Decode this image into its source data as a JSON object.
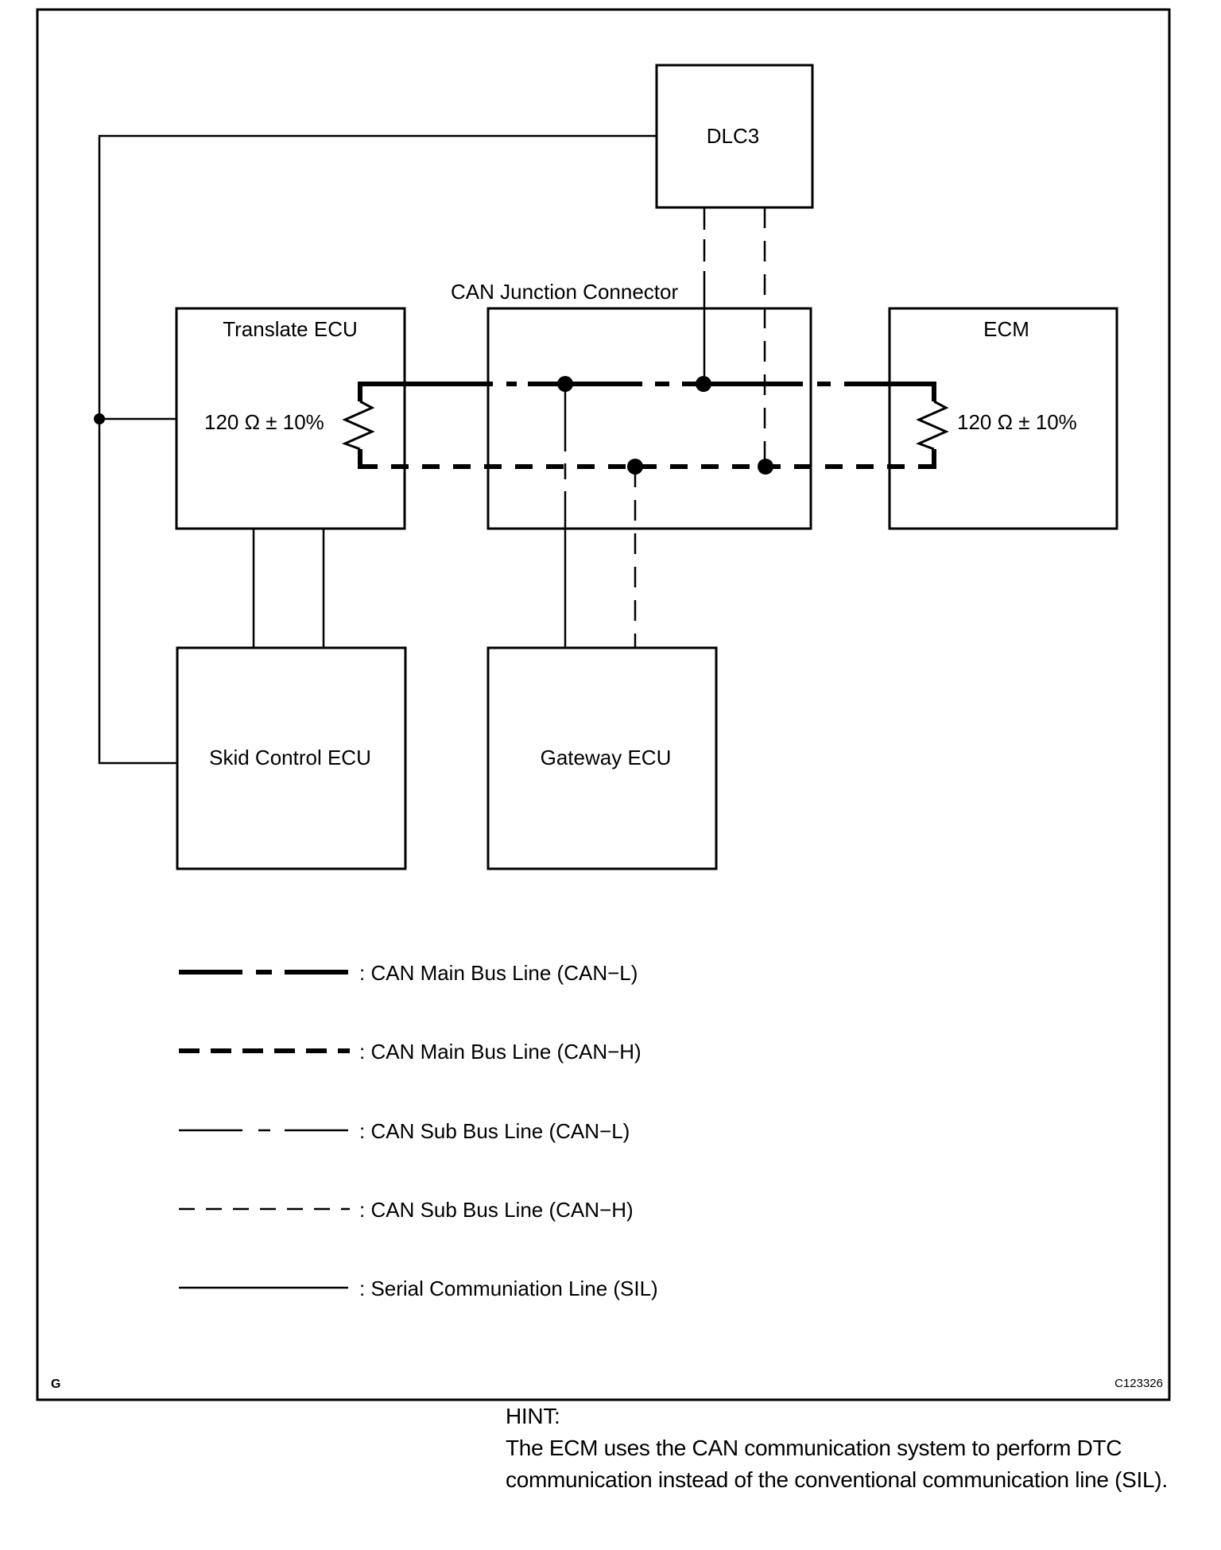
{
  "figure": {
    "title": "CAN communication system wiring diagram",
    "corner_left_label": "G",
    "figure_id": "C123326"
  },
  "components": {
    "dlc3": {
      "label": "DLC3"
    },
    "translate_ecu": {
      "label": "Translate ECU",
      "resistor": "120 Ω ± 10%"
    },
    "can_junction": {
      "label": "CAN Junction Connector"
    },
    "ecm": {
      "label": "ECM",
      "resistor": "120 Ω ± 10%"
    },
    "skid_control_ecu": {
      "label": "Skid Control ECU"
    },
    "gateway_ecu": {
      "label": "Gateway ECU"
    }
  },
  "legend": [
    {
      "style": "main-l",
      "label": ": CAN Main Bus Line (CAN−L)"
    },
    {
      "style": "main-h",
      "label": ": CAN Main Bus Line (CAN−H)"
    },
    {
      "style": "sub-l",
      "label": ": CAN Sub Bus Line (CAN−L)"
    },
    {
      "style": "sub-h",
      "label": ": CAN Sub Bus Line (CAN−H)"
    },
    {
      "style": "sil",
      "label": ": Serial Communiation Line (SIL)"
    }
  ],
  "hint": {
    "heading": "HINT:",
    "body": "The ECM uses the CAN communication system to perform DTC communication instead of the conventional communication line (SIL)."
  },
  "colors": {
    "line": "#000000",
    "background": "#ffffff"
  }
}
